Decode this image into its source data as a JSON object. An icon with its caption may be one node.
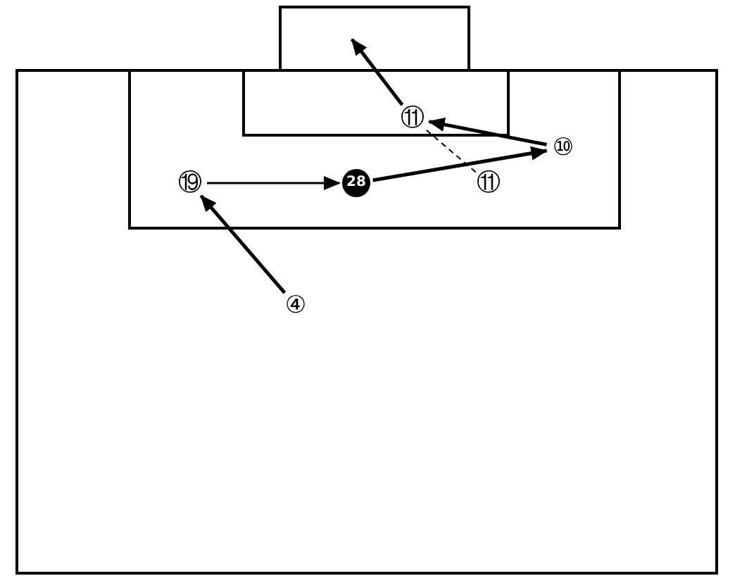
{
  "diagram": {
    "nodes": [
      {
        "text": [
          "⑪"
        ]
      },
      {
        "text": [
          "⑩"
        ]
      },
      {
        "text": [
          "⑲"
        ]
      },
      {
        "text": [
          "28"
        ]
      },
      {
        "text": [
          "⑪"
        ]
      },
      {
        "text": [
          "④"
        ]
      }
    ],
    "edges": [
      {
        "from": 5,
        "to": 2,
        "arrow": "to"
      },
      {
        "from": 2,
        "to": 3,
        "arrow": "to"
      },
      {
        "from": 3,
        "to": 1,
        "arrow": "to"
      },
      {
        "from": 1,
        "to": 0,
        "arrow": "to"
      },
      {
        "from": 4,
        "to": 0,
        "arrow": "none",
        "style": "dashed"
      },
      {
        "from": 0,
        "to": null,
        "arrow": "to"
      }
    ]
  }
}
